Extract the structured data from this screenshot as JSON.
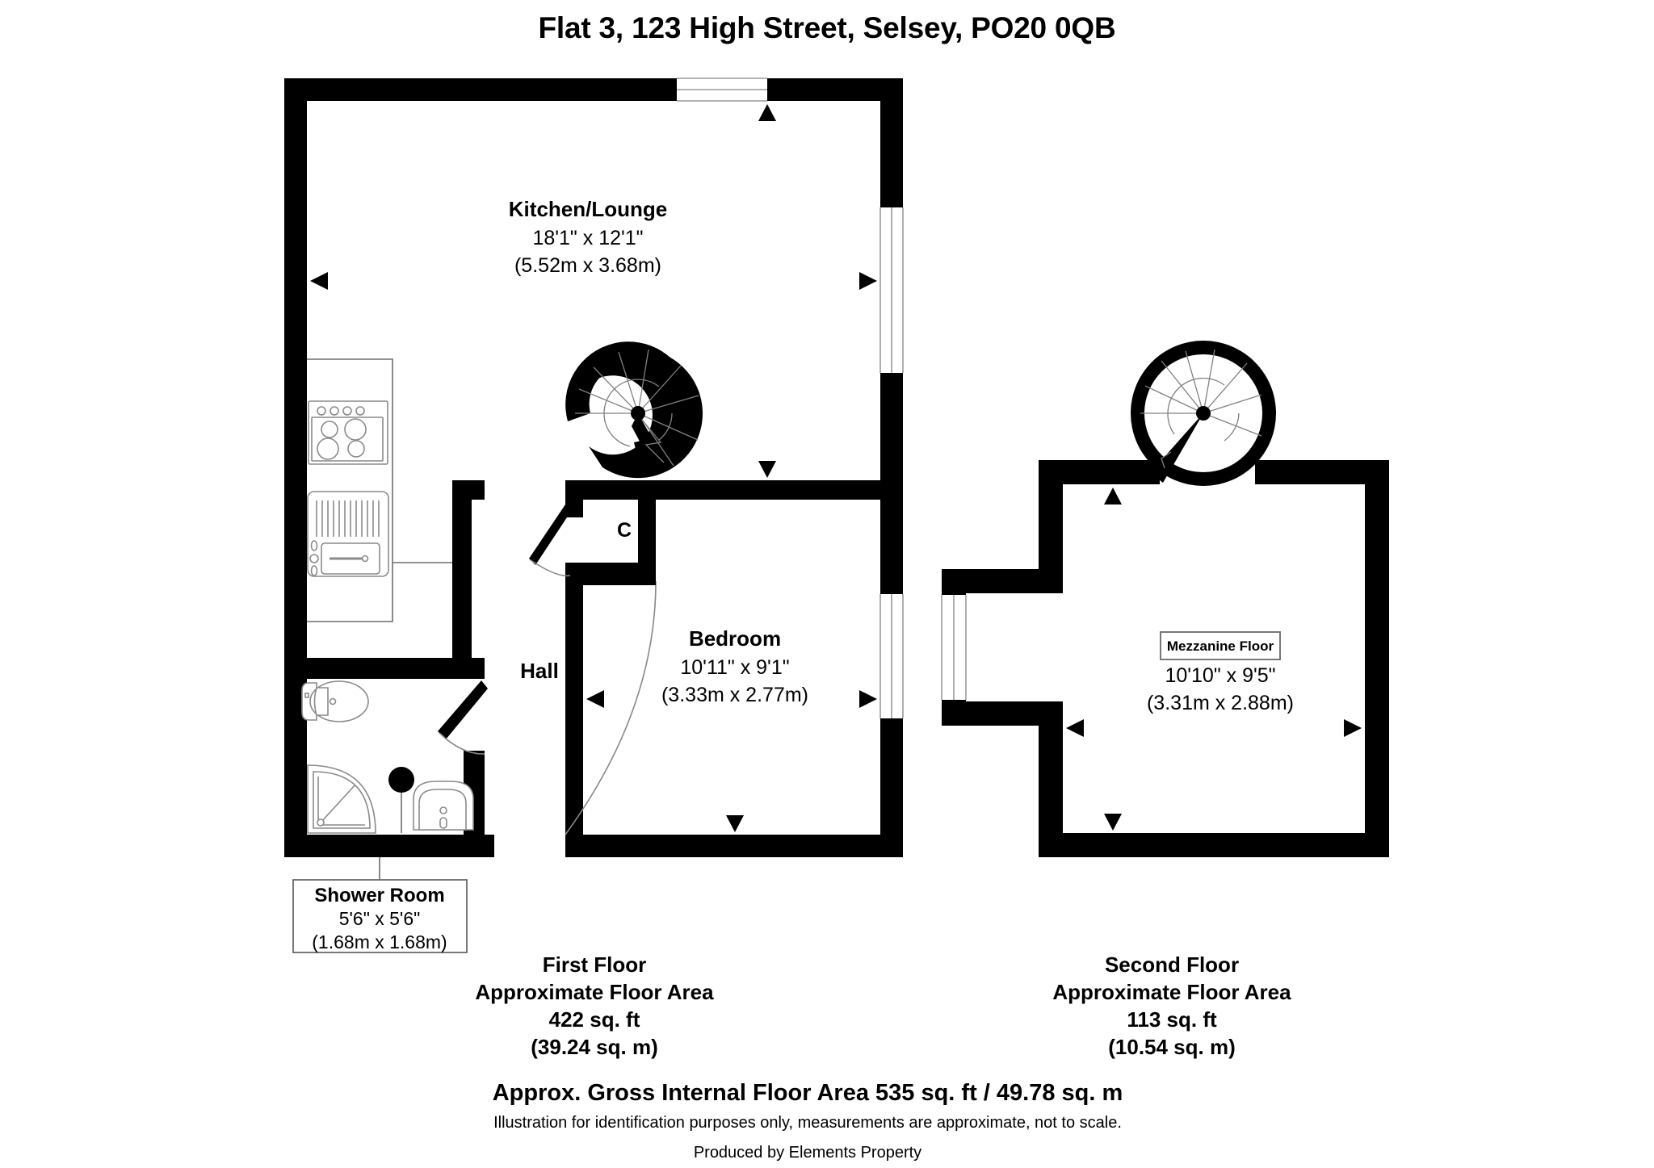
{
  "title": "Flat 3, 123 High Street, Selsey, PO20 0QB",
  "floors": [
    {
      "id": "first-floor",
      "heading": "First Floor",
      "area_heading": "Approximate Floor Area",
      "area_imperial": "422 sq. ft",
      "area_metric": "(39.24 sq. m)",
      "rooms": [
        {
          "name": "Kitchen/Lounge",
          "dim_imperial": "18'1\" x 12'1\"",
          "dim_metric": "(5.52m x 3.68m)"
        },
        {
          "name": "Bedroom",
          "dim_imperial": "10'11\" x 9'1\"",
          "dim_metric": "(3.33m x 2.77m)"
        },
        {
          "name": "Shower Room",
          "dim_imperial": "5'6\" x 5'6\"",
          "dim_metric": "(1.68m x 1.68m)"
        },
        {
          "name": "Hall",
          "dim_imperial": "",
          "dim_metric": ""
        }
      ],
      "cupboard_label": "C"
    },
    {
      "id": "second-floor",
      "heading": "Second Floor",
      "area_heading": "Approximate Floor Area",
      "area_imperial": "113 sq. ft",
      "area_metric": "(10.54 sq. m)",
      "rooms": [
        {
          "name": "Mezzanine Floor",
          "dim_imperial": "10'10\" x 9'5\"",
          "dim_metric": "(3.31m x 2.88m)"
        }
      ]
    }
  ],
  "footer": {
    "gross": "Approx. Gross Internal Floor Area 535 sq. ft / 49.78 sq. m",
    "disclaimer": "Illustration for identification purposes only, measurements are approximate, not to scale.",
    "producer": "Produced by Elements Property"
  },
  "colors": {
    "wall": "#000000",
    "background": "#ffffff",
    "fixture_stroke": "#8a8a8a",
    "text": "#000000"
  }
}
